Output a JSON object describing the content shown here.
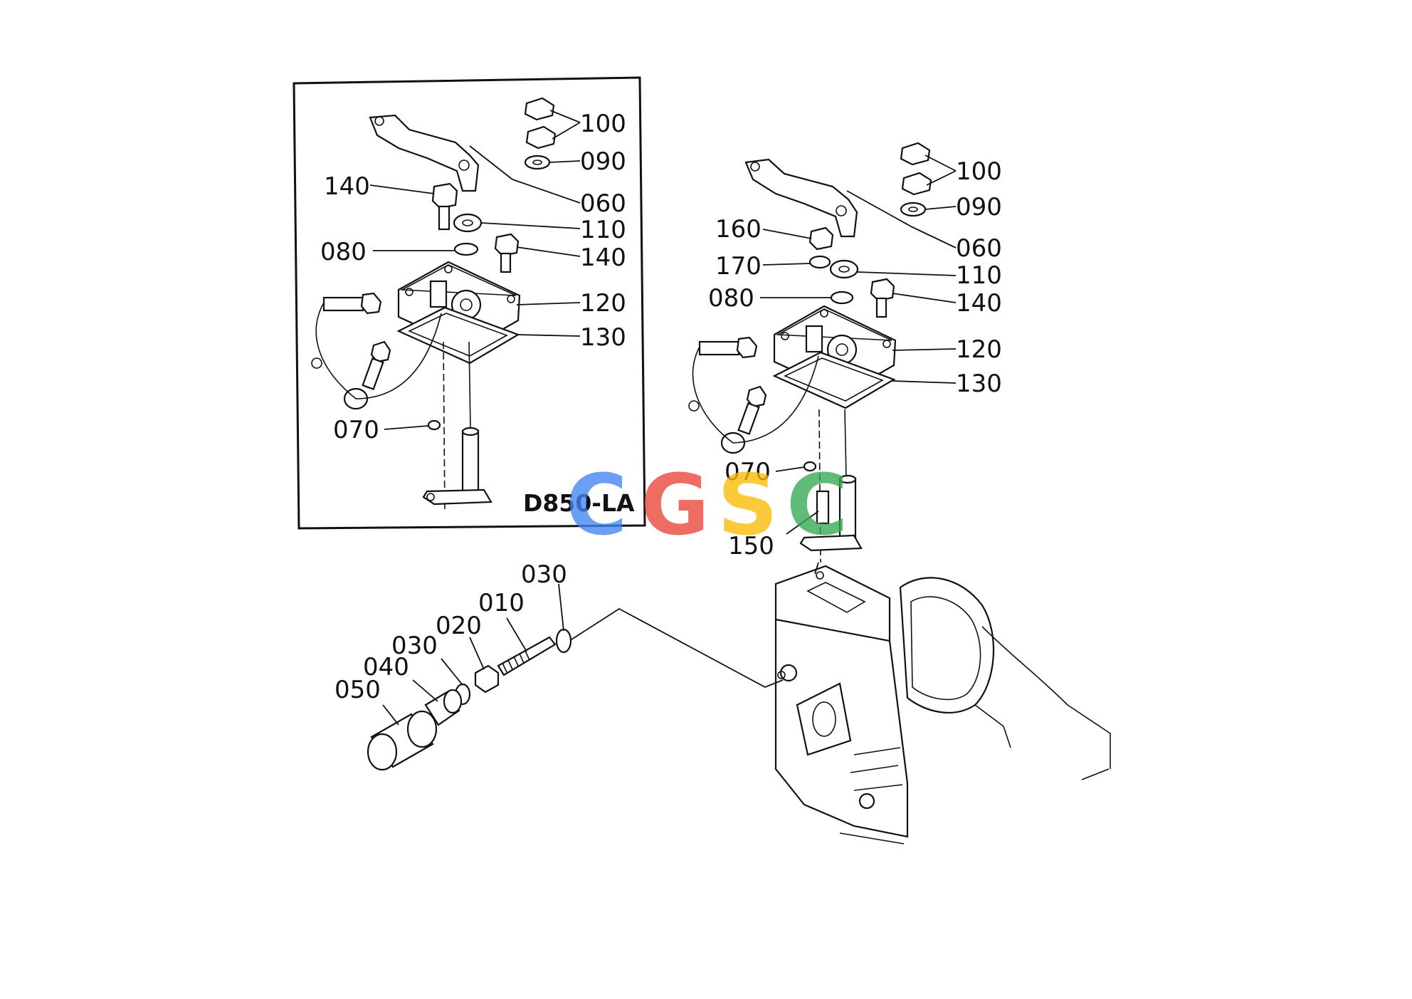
{
  "inset": {
    "model_label": "D850-LA",
    "labels": {
      "p100": "100",
      "p090": "090",
      "p060": "060",
      "p110": "110",
      "p140a": "140",
      "p140b": "140",
      "p080": "080",
      "p120": "120",
      "p130": "130",
      "p070": "070"
    }
  },
  "main": {
    "labels": {
      "p100": "100",
      "p090": "090",
      "p160": "160",
      "p060": "060",
      "p170": "170",
      "p110": "110",
      "p080": "080",
      "p140": "140",
      "p120": "120",
      "p130": "130",
      "p070": "070",
      "p150": "150"
    }
  },
  "screw": {
    "labels": {
      "p030a": "030",
      "p010": "010",
      "p020": "020",
      "p030b": "030",
      "p040": "040",
      "p050": "050"
    }
  },
  "watermark": {
    "letters": [
      "C",
      "G",
      "S",
      "C"
    ],
    "colors": [
      "#4285F4",
      "#EA4335",
      "#FBBC05",
      "#34A853"
    ]
  }
}
